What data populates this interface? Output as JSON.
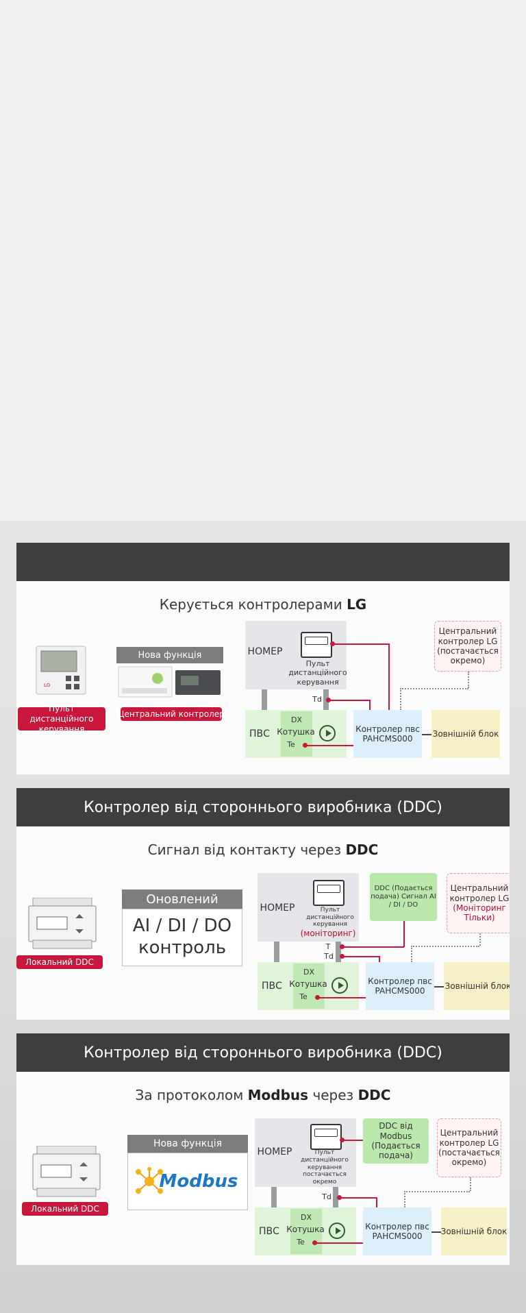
{
  "panel1": {
    "header": "",
    "subtitle_prefix": "Керується контролерами",
    "subtitle_bold": "LG",
    "remote_label": "Пульт дистанційного керування",
    "new_feature": "Нова функція",
    "central_label": "Центральний контролер",
    "room": "НОМЕР",
    "remote_in_room": "Пульт дистанційного керування",
    "td": "Td",
    "pvs": "ПВС",
    "dx": "DX",
    "coil": "Котушка",
    "te": "Te",
    "controller": "Контролер пвс PAHCMS000",
    "outdoor": "Зовнішній блок",
    "central_dashed": "Центральний контролер LG (постачається окремо)"
  },
  "panel2": {
    "header": "Контролер від стороннього виробника (DDC)",
    "subtitle_prefix": "Сигнал від контакту через",
    "subtitle_bold": "DDC",
    "local_ddc": "Локальний DDC",
    "updated": "Оновлений",
    "aidido_line1": "AI / DI / DO",
    "aidido_line2": "контроль",
    "room": "НОМЕР",
    "remote_in_room": "Пульт дистанційного керування",
    "monitoring": "(моніторинг)",
    "t": "T",
    "td": "Td",
    "ddc_box": "DDC (Подається подача) Сигнал AI / DI / DO",
    "central_dashed": "Центральний контролер LG",
    "central_monitoring": "(Моніторинг Тільки)",
    "pvs": "ПВС",
    "dx": "DX",
    "coil": "Котушка",
    "te": "Te",
    "controller": "Контролер пвс PAHCMS000",
    "outdoor": "Зовнішній блок"
  },
  "panel3": {
    "header": "Контролер від стороннього виробника (DDC)",
    "subtitle_prefix": "За протоколом",
    "subtitle_bold1": "Modbus",
    "subtitle_mid": "через",
    "subtitle_bold2": "DDC",
    "local_ddc": "Локальний DDC",
    "new_feature": "Нова функція",
    "modbus_logo": "Modbus",
    "room": "НОМЕР",
    "remote_in_room": "Пульт дистанційного керування постачається окремо",
    "ddc_modbus": "DDC від Modbus (Подається подача)",
    "central_dashed": "Центральний контролер LG (постачається окремо)",
    "td": "Td",
    "pvs": "ПВС",
    "dx": "DX",
    "coil": "Котушка",
    "te": "Te",
    "controller": "Контролер пвс PAHCMS000",
    "outdoor": "Зовнішній блок"
  }
}
